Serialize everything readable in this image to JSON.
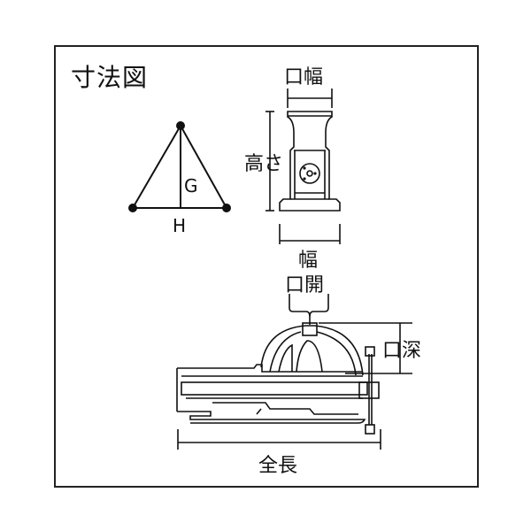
{
  "title": "寸法図",
  "triangle": {
    "g_label": "G",
    "h_label": "H"
  },
  "front_view": {
    "jaw_width_label": "口幅",
    "height_label": "高さ",
    "width_label": "幅"
  },
  "side_view": {
    "jaw_opening_label": "口開",
    "jaw_depth_label": "口深",
    "total_length_label": "全長"
  },
  "colors": {
    "line": "#111111",
    "background": "#ffffff"
  }
}
